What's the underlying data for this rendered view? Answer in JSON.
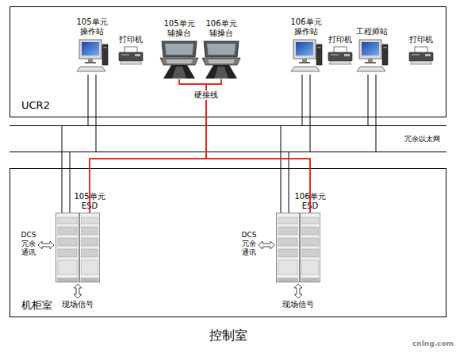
{
  "diagram": {
    "caption": "控制室",
    "nodes": [
      {
        "text": [
          "UCR2"
        ]
      },
      {
        "text": [
          "105单元 操作站"
        ],
        "in": 0
      },
      {
        "text": [
          "打印机"
        ],
        "in": 0
      },
      {
        "text": [
          "105单元 辅操台"
        ],
        "in": 0
      },
      {
        "text": [
          "106单元 辅操台"
        ],
        "in": 0
      },
      {
        "text": [
          "106单元 操作站"
        ],
        "in": 0
      },
      {
        "text": [
          "打印机"
        ],
        "in": 0
      },
      {
        "text": [
          "工程师站"
        ],
        "in": 0
      },
      {
        "text": [
          "打印机"
        ],
        "in": 0
      },
      {
        "text": [
          "冗余以太网"
        ]
      },
      {
        "text": [
          "机柜室"
        ]
      },
      {
        "text": [
          "105单元 ESD"
        ],
        "in": 10
      },
      {
        "text": [
          "106单元 ESD"
        ],
        "in": 10
      }
    ],
    "edges": [
      {
        "from": 1,
        "to": 9,
        "arrow": "none"
      },
      {
        "from": 5,
        "to": 9,
        "arrow": "none"
      },
      {
        "from": 7,
        "to": 9,
        "arrow": "none"
      },
      {
        "from": 3,
        "to": 11,
        "arrow": "none",
        "label": "硬接线"
      },
      {
        "from": 3,
        "to": 12,
        "arrow": "none"
      },
      {
        "from": 4,
        "to": 11,
        "arrow": "none"
      },
      {
        "from": 4,
        "to": 12,
        "arrow": "none"
      }
    ],
    "labels": [
      "DCS 冗余 通讯",
      "现场信号",
      "DCS 冗余 通讯",
      "现场信号",
      "cnlng.com"
    ]
  }
}
